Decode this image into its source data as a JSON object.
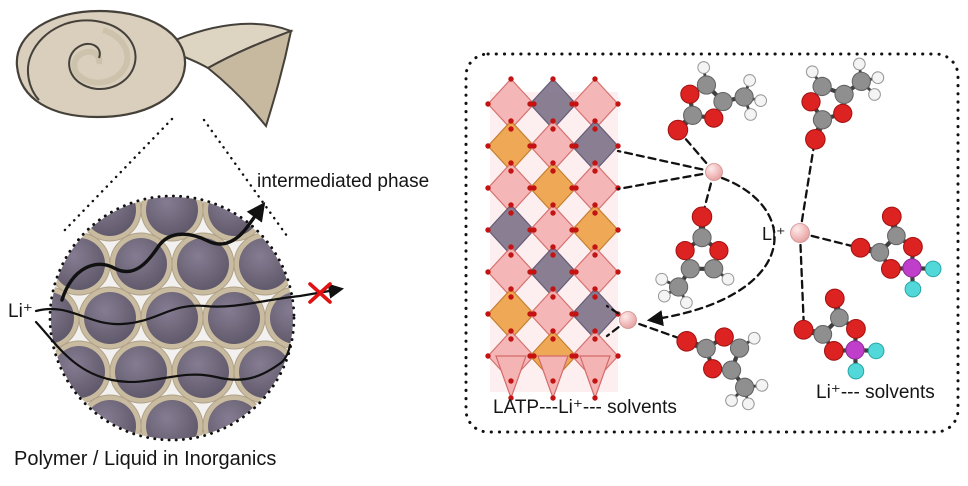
{
  "figure": {
    "left": {
      "li_label": "Li⁺",
      "intermediated_label": "intermediated phase",
      "caption": "Polymer / Liquid in Inorganics"
    },
    "right": {
      "latp_label": "LATP---Li⁺--- solvents",
      "li_solvents_label": "Li⁺--- solvents",
      "li_ion_label": "Li⁺"
    },
    "colors": {
      "membrane_beige": "#d9cfbc",
      "membrane_underside": "#c6b99f",
      "particle_purple": "#6e6678",
      "particle_ring_beige": "#c8bb9f",
      "blocked_x_red": "#e01212",
      "crystal_pink": "#f4b4b4",
      "crystal_orange": "#efa54d",
      "crystal_purple": "#84798f",
      "crystal_vertex_red": "#c41313",
      "atom_carbon": "#8f8f8f",
      "atom_oxygen": "#dd2222",
      "atom_hydrogen": "#f4f4f4",
      "atom_lithium": "#f0bcbc",
      "atom_fluorine": "#52d8d8",
      "atom_boron": "#bf3fca"
    }
  }
}
